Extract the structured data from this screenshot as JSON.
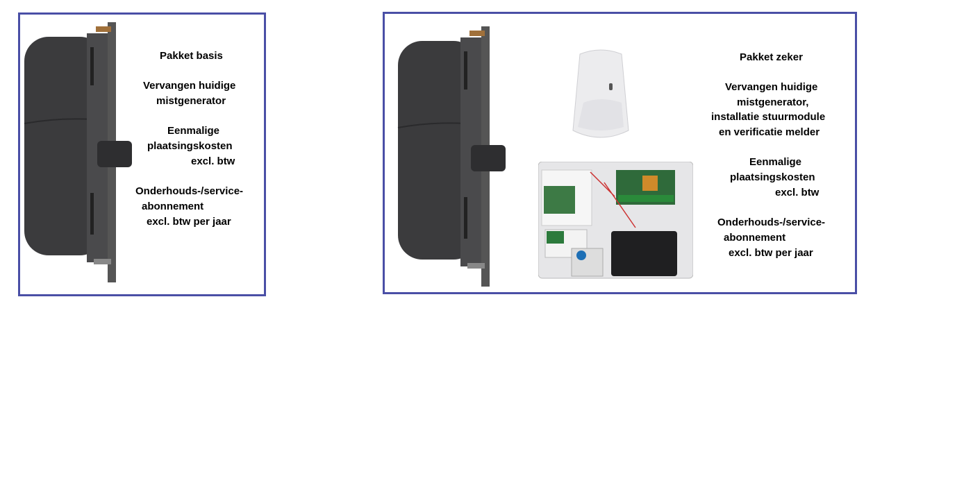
{
  "packages": [
    {
      "title": "Pakket basis",
      "lines": [
        "Vervangen huidige",
        "mistgenerator",
        "Eenmalige",
        "plaatsingskosten",
        "excl. btw",
        "Onderhouds-/service-",
        "abonnement",
        "excl. btw per jaar"
      ]
    },
    {
      "title": "Pakket zeker",
      "lines": [
        "Vervangen huidige",
        "mistgenerator,",
        "installatie stuurmodule",
        "en verificatie melder",
        "Eenmalige",
        "plaatsingskosten",
        "excl. btw",
        "Onderhouds-/service-",
        "abonnement",
        "excl. btw per jaar"
      ]
    }
  ],
  "colors": {
    "border": "#4a4fa6",
    "device": "#3a3a3c"
  }
}
